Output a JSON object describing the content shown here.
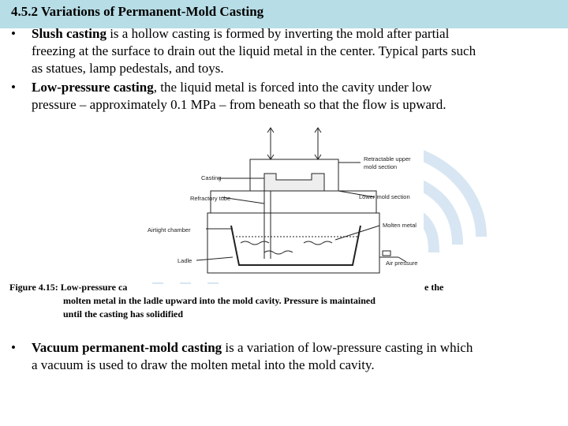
{
  "title": "4.5.2 Variations of Permanent-Mold Casting",
  "bullet_char": "•",
  "bullets": [
    {
      "term": "Slush casting",
      "lines": [
        " is a hollow casting is formed by inverting the mold after partial",
        "freezing at the surface to drain out the liquid metal in the center. Typical parts such",
        "as statues, lamp pedestals, and toys."
      ]
    },
    {
      "term": "Low-pressure casting",
      "lines": [
        ", the liquid metal is forced into the cavity under low",
        "pressure – approximately 0.1 MPa – from beneath so that the flow is upward."
      ]
    },
    {
      "term": "Vacuum permanent-mold casting",
      "lines": [
        " is a variation of low-pressure casting in which",
        "a vacuum is used to draw the molten metal into the mold cavity."
      ]
    }
  ],
  "diagram": {
    "labels": {
      "casting": "Casting",
      "refractory_tube": "Refractory tube",
      "airtight_chamber": "Airtight chamber",
      "ladle": "Ladle",
      "retractable_upper": "Retractable upper",
      "mold_section": "mold section",
      "lower_mold_section": "Lower mold section",
      "molten_metal": "Molten metal",
      "air_pressure": "Air pressure"
    }
  },
  "caption": {
    "line1_left": "Figure 4.15: Low-pressure ca",
    "line1_right": "e the",
    "line2": "molten metal in the ladle upward into the mold cavity. Pressure is maintained",
    "line3": "until the casting has solidified"
  },
  "colors": {
    "header_band": "#b7dde6",
    "watermark": "#d7e6f2"
  }
}
